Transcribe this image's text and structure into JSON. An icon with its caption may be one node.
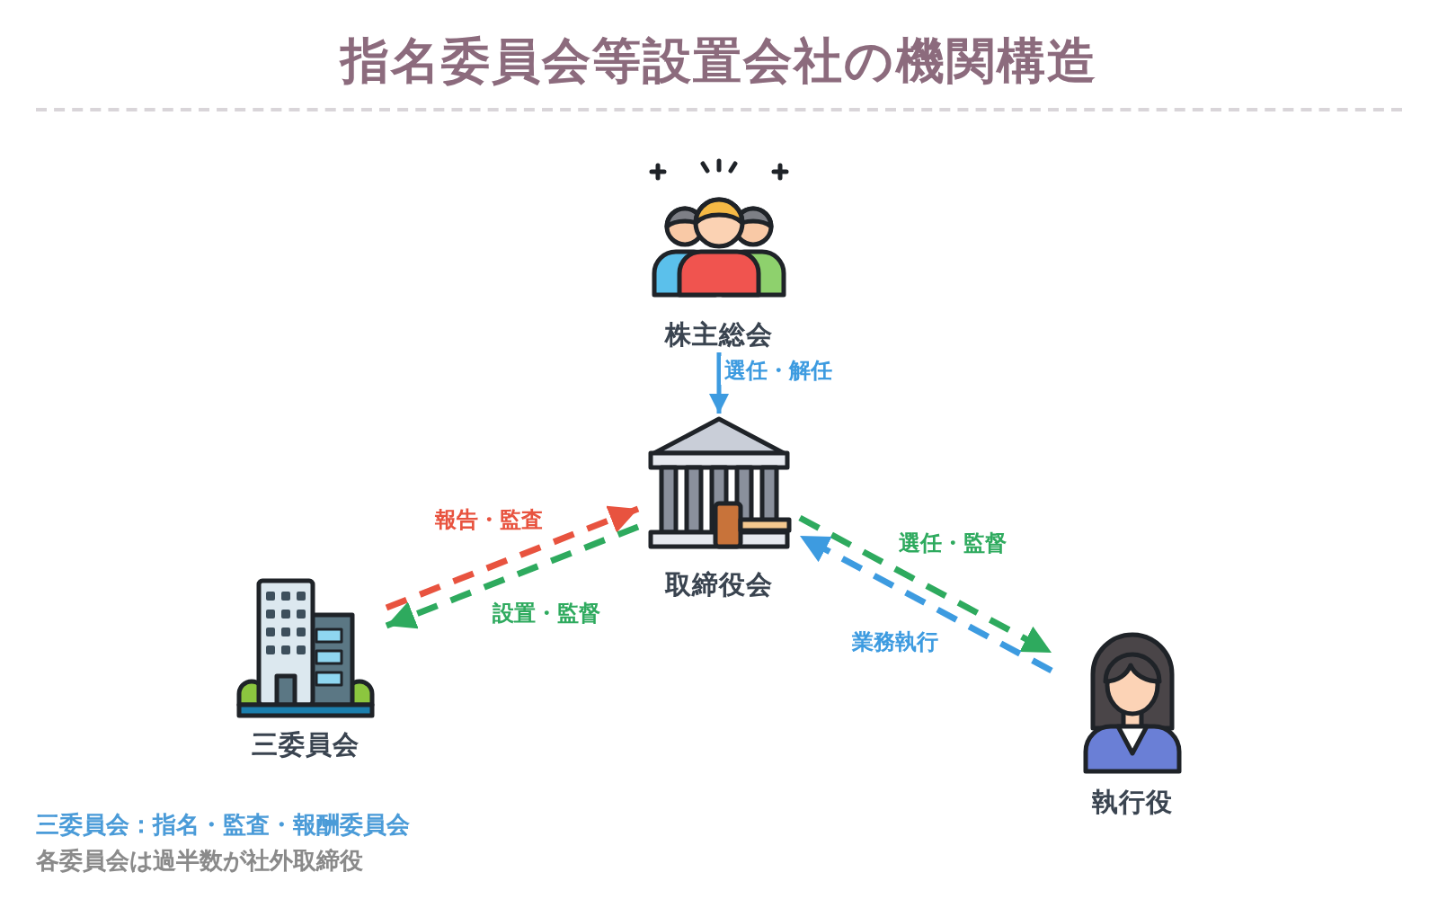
{
  "diagram": {
    "title": "指名委員会等設置会社の機関構造",
    "nodes": [
      {
        "text": [
          "株主総会"
        ]
      },
      {
        "text": [
          "取締役会"
        ]
      },
      {
        "text": [
          "三委員会"
        ]
      },
      {
        "text": [
          "執行役"
        ]
      }
    ],
    "edges": [
      {
        "from": 0,
        "to": 1,
        "arrow": "to",
        "label": "選任・解任",
        "color": "#3d9be0"
      },
      {
        "from": 2,
        "to": 1,
        "arrow": "to",
        "label": "報告・監査",
        "style": "dashed",
        "color": "#e8533f"
      },
      {
        "from": 1,
        "to": 2,
        "arrow": "to",
        "label": "設置・監督",
        "style": "dashed",
        "color": "#2eaa5e"
      },
      {
        "from": 1,
        "to": 3,
        "arrow": "to",
        "label": "選任・監督",
        "style": "dashed",
        "color": "#2eaa5e"
      },
      {
        "from": 3,
        "to": 1,
        "arrow": "to",
        "label": "業務執行",
        "style": "dashed",
        "color": "#3d9be0"
      }
    ],
    "labels": [
      "三委員会：指名・監査・報酬委員会",
      "各委員会は過半数が社外取締役"
    ]
  }
}
